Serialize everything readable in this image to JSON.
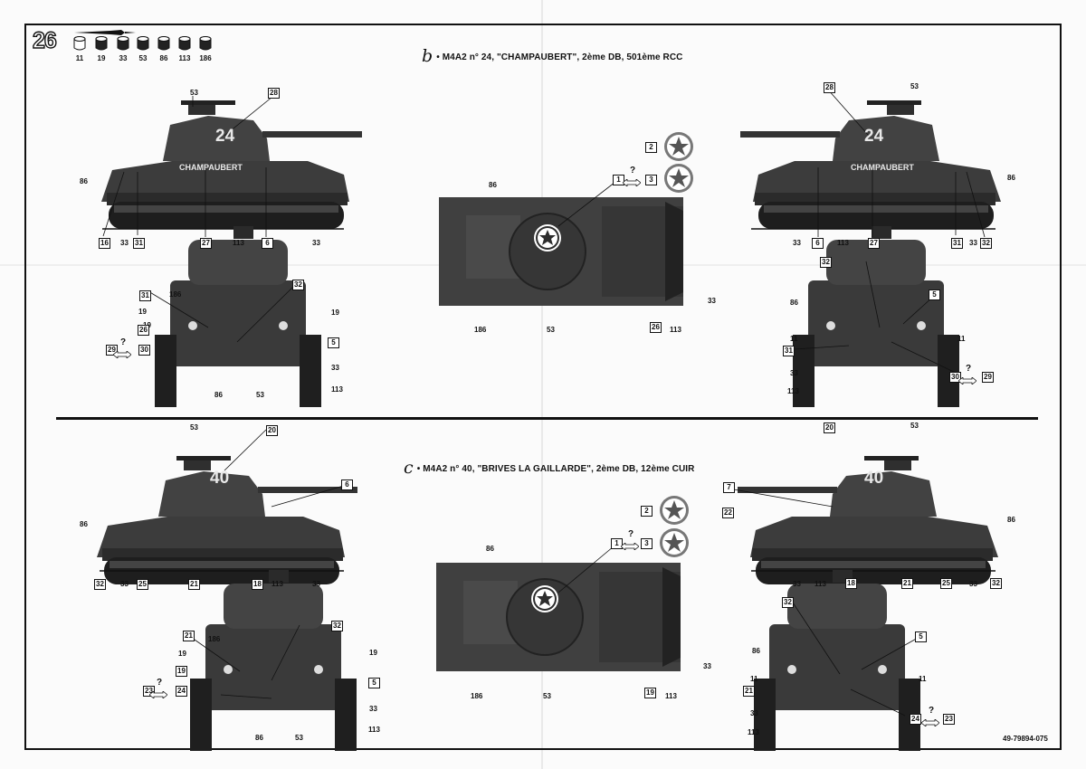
{
  "step_number": "26",
  "paints": [
    "11",
    "19",
    "33",
    "53",
    "86",
    "113",
    "186"
  ],
  "variants": [
    {
      "letter": "b",
      "title": "• M4A2 n° 24, \"CHAMPAUBERT\", 2ème DB, 501ème RCC",
      "number": "24",
      "name": "CHAMPAUBERT"
    },
    {
      "letter": "c",
      "title": "• M4A2 n° 40, \"BRIVES LA GAILLARDE\", 2ème DB, 12ème CUIR",
      "number": "40",
      "name": "BRIVES LA GAILLARDE"
    }
  ],
  "question_mark": "?",
  "ref_code": "49-79894-075"
}
